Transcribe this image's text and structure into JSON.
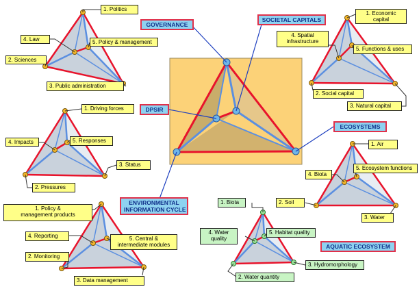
{
  "colors": {
    "edge_red": "#e8132b",
    "inner_blue": "#5b8fe0",
    "face_shade": "#c9d2dc",
    "face_shade2": "#d8e2ea",
    "face_shade3": "#e6ecf2",
    "node_orange": "#f4b62a",
    "node_blue": "#6fb6e8",
    "node_green": "#9be39b",
    "label_yellow": "#ffff88",
    "label_blue": "#8ed2f0",
    "label_green": "#c8f4c4",
    "title_border_red": "#e0304a",
    "center_panel": "#fcd278",
    "center_face_dark": "#d8b060",
    "connector_blue": "#1d3fbf"
  },
  "titles": {
    "governance": "GOVERNANCE",
    "societal_capitals": "SOCIETAL CAPITALS",
    "dpsir": "DPSIR",
    "ecosystems": "ECOSYSTEMS",
    "environmental_information_cycle_line1": "ENVIRONMENTAL",
    "environmental_information_cycle_line2": "INFORMATION CYCLE",
    "aquatic_ecosystem": "AQUATIC ECOSYSTEM"
  },
  "governance": {
    "politics": "1. Politics",
    "sciences": "2. Sciences",
    "public_administration": "3. Public administration",
    "law": "4. Law",
    "policy_management": "5. Policy & management"
  },
  "societal": {
    "economic_line1": "1. Economic",
    "economic_line2": "capital",
    "social": "2. Social capital",
    "natural": "3. Natural capital",
    "spatial_line1": "4. Spatial",
    "spatial_line2": "infrastructure",
    "functions": "5. Functions & uses"
  },
  "dpsir": {
    "driving": "1. Driving forces",
    "pressures": "2. Pressures",
    "status": "3. Status",
    "impacts": "4. Impacts",
    "responses": "5. Responses"
  },
  "ecosystems": {
    "air": "1. Air",
    "soil": "2. Soil",
    "water": "3. Water",
    "biota": "4. Biota",
    "functions": "5. Ecosystem functions"
  },
  "info_cycle": {
    "policy_line1": "1.    Policy &",
    "policy_line2": "management products",
    "monitoring": "2. Monitoring",
    "data": "3. Data management",
    "reporting": "4. Reporting",
    "central_line1": "5. Central &",
    "central_line2": "intermediate modules"
  },
  "aquatic": {
    "biota": "1. Biota",
    "water_quantity": "2. Water quantity",
    "hydromorphology": "3. Hydromorphology",
    "water_quality_line1": "4. Water",
    "water_quality_line2": "quality",
    "habitat": "5. Habitat quality"
  }
}
